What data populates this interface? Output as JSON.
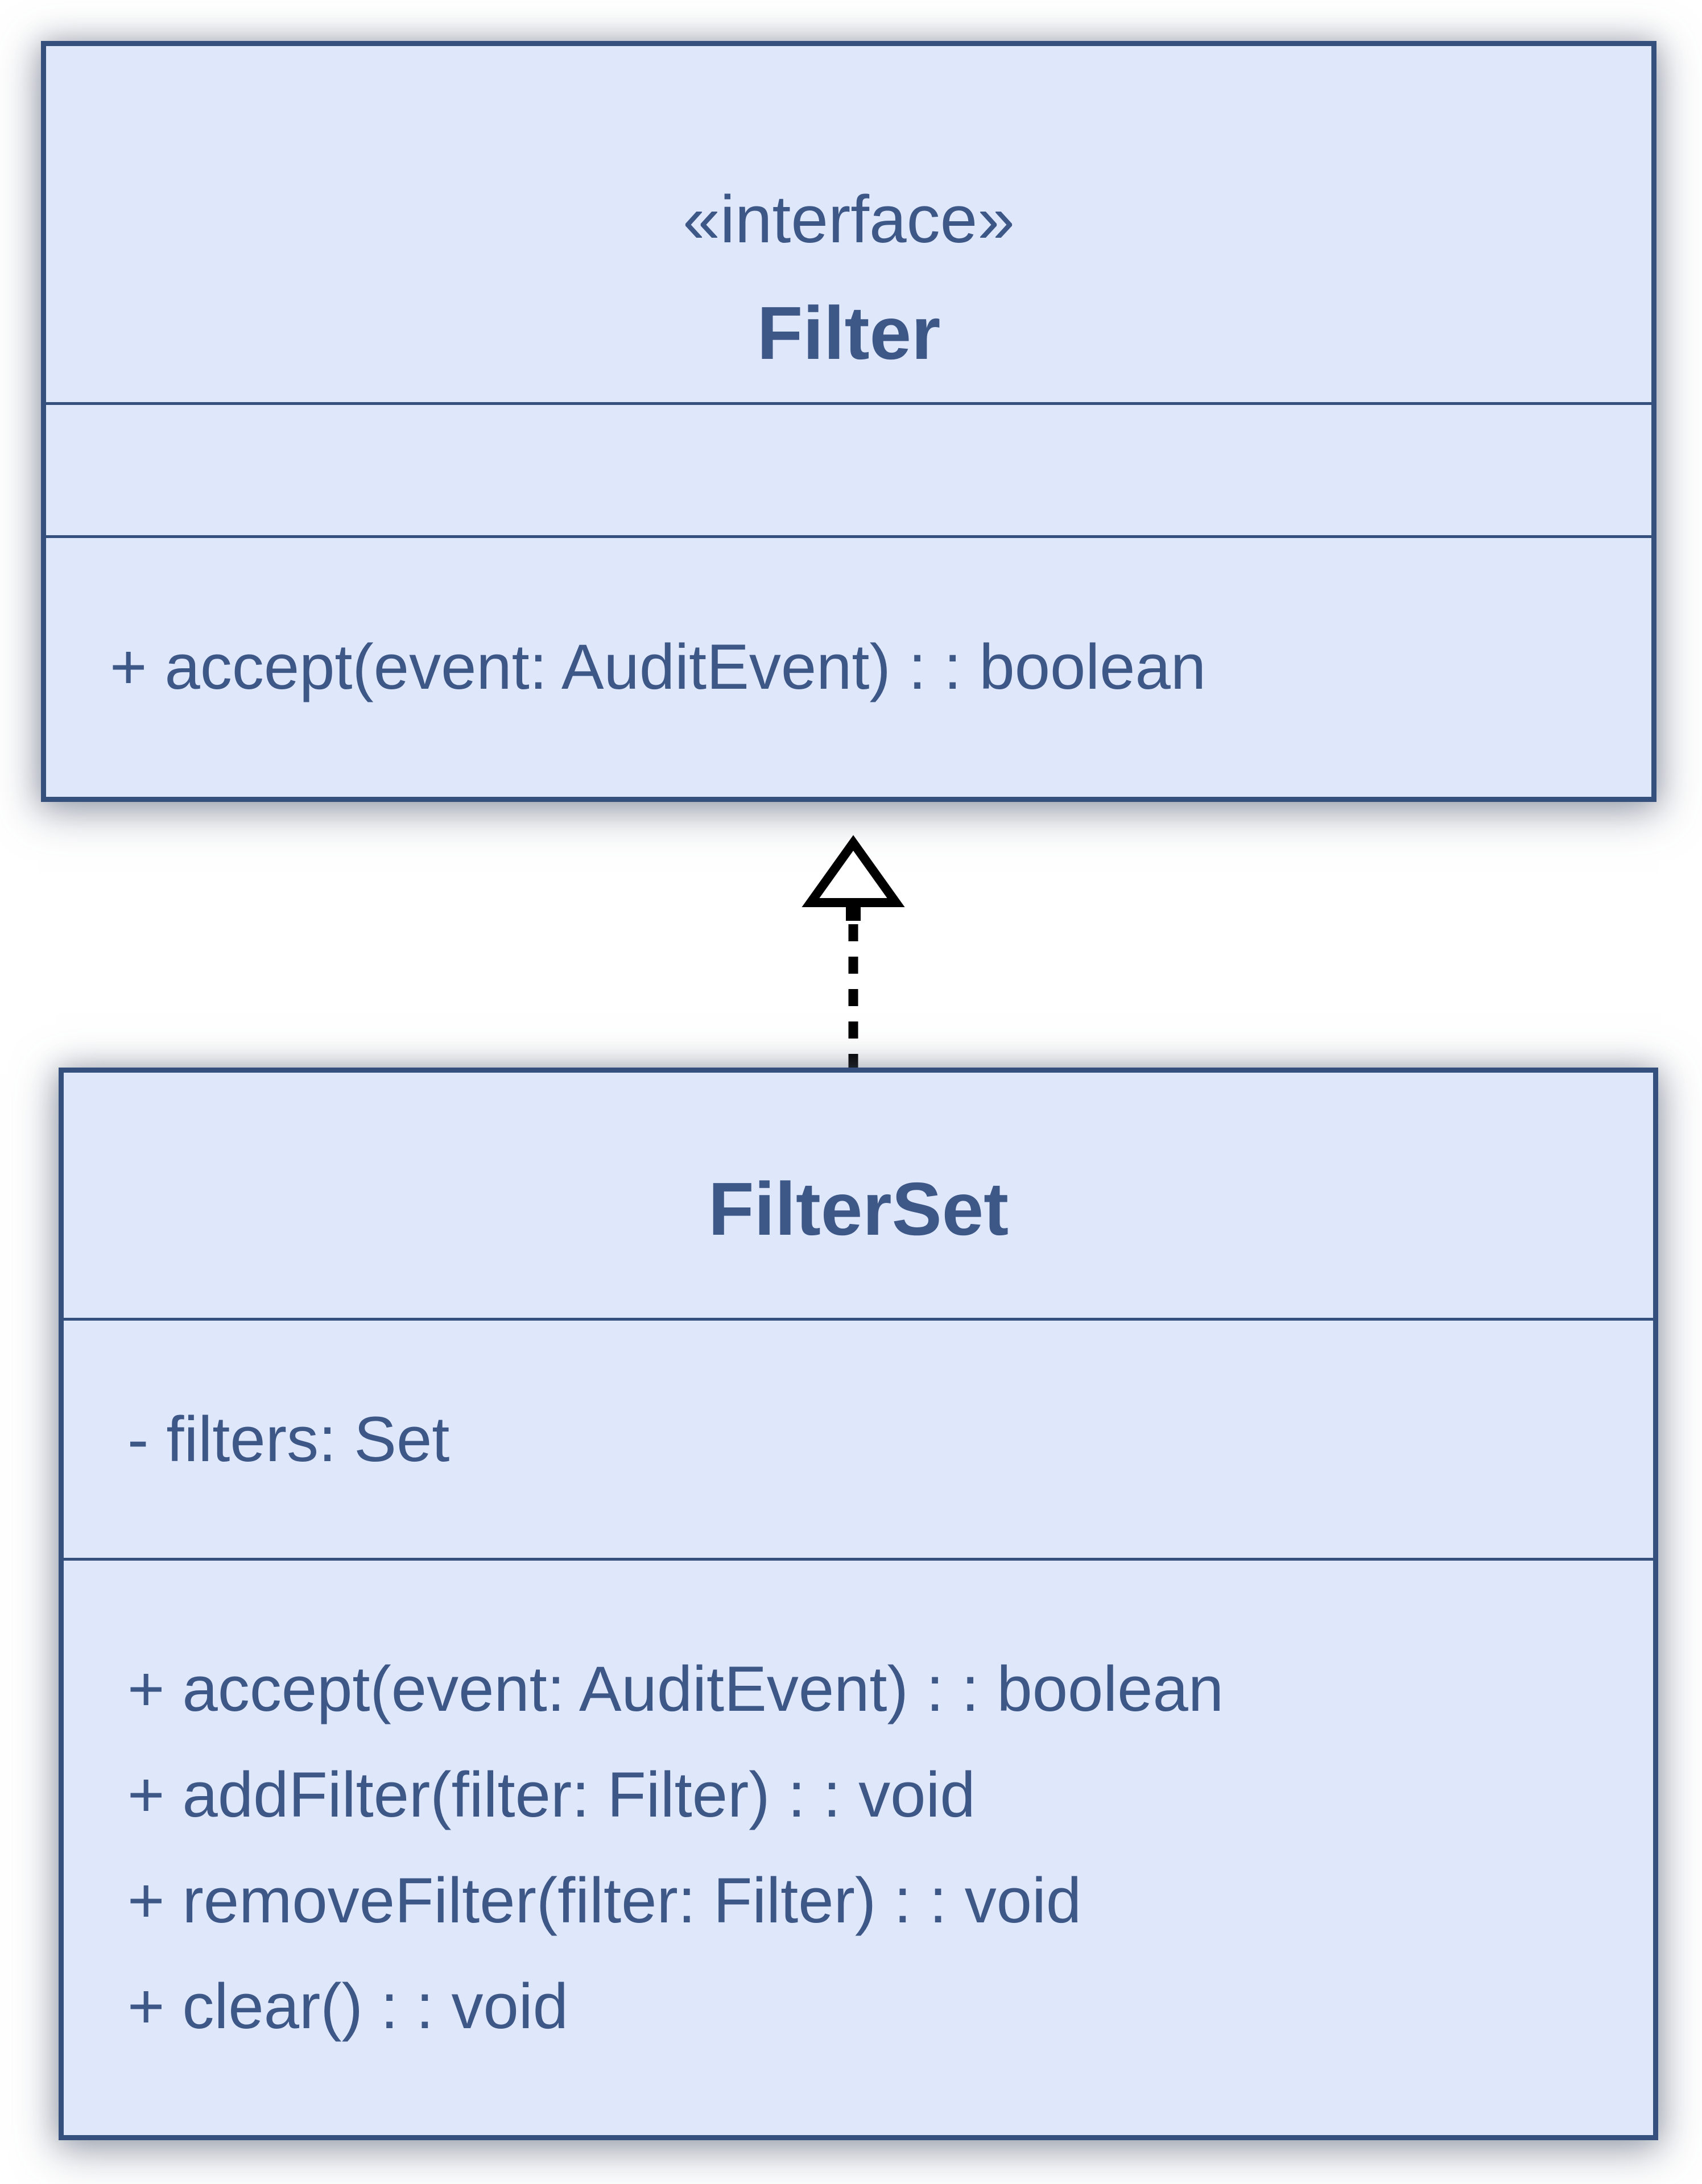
{
  "diagram": {
    "interface_box": {
      "stereotype": "«interface»",
      "name": "Filter",
      "methods": [
        "+ accept(event: AuditEvent) : : boolean"
      ]
    },
    "class_box": {
      "name": "FilterSet",
      "attributes": [
        "- filters: Set"
      ],
      "methods": [
        "+ accept(event: AuditEvent) : : boolean",
        "+ addFilter(filter: Filter) : : void",
        "+ removeFilter(filter: Filter) : : void",
        "+ clear() : : void"
      ]
    },
    "relationship": {
      "type": "realization",
      "from": "FilterSet",
      "to": "Filter",
      "style": "dashed line with hollow triangle arrowhead pointing up"
    },
    "colors": {
      "box_fill": "#dfe7fb",
      "box_border": "#36507e",
      "text": "#3d5787",
      "arrow": "#000000",
      "background": "#ffffff"
    }
  }
}
